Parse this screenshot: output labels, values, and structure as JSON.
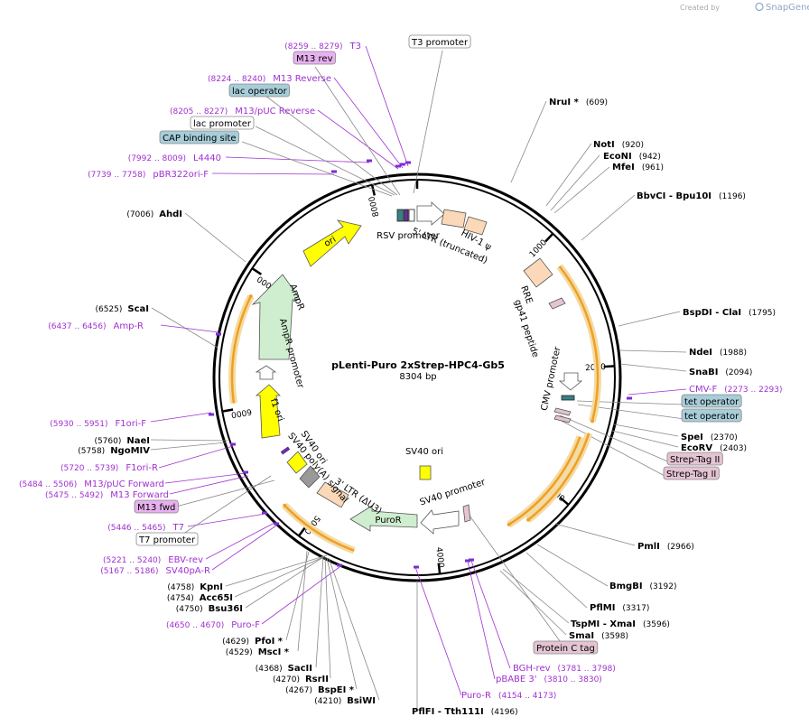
{
  "branding": {
    "created_by": "Created by",
    "app_name": "SnapGene"
  },
  "plasmid": {
    "name": "pLenti-Puro 2xStrep-HPC4-Gb5",
    "length_label": "8304 bp",
    "length": 8304
  },
  "ticks": [
    "1000",
    "2000",
    "3000",
    "4000",
    "5000",
    "6000",
    "7000",
    "8000"
  ],
  "colors": {
    "enzyme": "#000000",
    "primer": "#a030d0",
    "primer_bar": "#7b2fd1",
    "tag_fill": "#e4c3d2",
    "operator_fill": "#a7cdd8",
    "m13_fill": "#e7b1ee",
    "white_fill": "#ffffff",
    "orange_arrow": "#f0a020",
    "yellow": "#ffff00",
    "green": "#cfeecf"
  },
  "enzymes_right": [
    {
      "name": "NruI *",
      "pos": "(609)"
    },
    {
      "name": "NotI",
      "pos": "(920)"
    },
    {
      "name": "EcoNI",
      "pos": "(942)"
    },
    {
      "name": "MfeI",
      "pos": "(961)"
    },
    {
      "name": "BbvCI  - Bpu10I",
      "pos": "(1196)"
    },
    {
      "name": "BspDI  - ClaI",
      "pos": "(1795)"
    },
    {
      "name": "NdeI",
      "pos": "(1988)"
    },
    {
      "name": "SnaBI",
      "pos": "(2094)"
    },
    {
      "name": "SpeI",
      "pos": "(2370)"
    },
    {
      "name": "EcoRV",
      "pos": "(2403)"
    },
    {
      "name": "PmlI",
      "pos": "(2966)"
    },
    {
      "name": "BmgBI",
      "pos": "(3192)"
    },
    {
      "name": "PflMI",
      "pos": "(3317)"
    },
    {
      "name": "TspMI  - XmaI",
      "pos": "(3596)"
    },
    {
      "name": "SmaI",
      "pos": "(3598)"
    },
    {
      "name": "PflFI  - Tth111I",
      "pos": "(4196)"
    }
  ],
  "enzymes_left": [
    {
      "name": "AhdI",
      "pos": "(7006)"
    },
    {
      "name": "ScaI",
      "pos": "(6525)"
    },
    {
      "name": "NaeI",
      "pos": "(5760)"
    },
    {
      "name": "NgoMIV",
      "pos": "(5758)"
    },
    {
      "name": "KpnI",
      "pos": "(4758)"
    },
    {
      "name": "Acc65I",
      "pos": "(4754)"
    },
    {
      "name": "Bsu36I",
      "pos": "(4750)"
    },
    {
      "name": "PfoI *",
      "pos": "(4629)"
    },
    {
      "name": "MscI *",
      "pos": "(4529)"
    },
    {
      "name": "SacII",
      "pos": "(4368)"
    },
    {
      "name": "RsrII",
      "pos": "(4270)"
    },
    {
      "name": "BspEI *",
      "pos": "(4267)"
    },
    {
      "name": "BsiWI",
      "pos": "(4210)"
    }
  ],
  "primers": [
    {
      "range": "(8259 .. 8279)",
      "name": "T3"
    },
    {
      "range": "(8224 .. 8240)",
      "name": "M13 Reverse"
    },
    {
      "range": "(8205 .. 8227)",
      "name": "M13/pUC Reverse"
    },
    {
      "range": "(7992 .. 8009)",
      "name": "L4440"
    },
    {
      "range": "(7739 .. 7758)",
      "name": "pBR322ori-F"
    },
    {
      "range": "(6437 .. 6456)",
      "name": "Amp-R"
    },
    {
      "range": "(5930 .. 5951)",
      "name": "F1ori-F"
    },
    {
      "range": "(5720 .. 5739)",
      "name": "F1ori-R"
    },
    {
      "range": "(5484 .. 5506)",
      "name": "M13/pUC Forward"
    },
    {
      "range": "(5475 .. 5492)",
      "name": "M13 Forward"
    },
    {
      "range": "(5446 .. 5465)",
      "name": "T7"
    },
    {
      "range": "(5221 .. 5240)",
      "name": "EBV-rev"
    },
    {
      "range": "(5167 .. 5186)",
      "name": "SV40pA-R"
    },
    {
      "range": "(4650 .. 4670)",
      "name": "Puro-F"
    },
    {
      "range": "(2273 .. 2293)",
      "name": "CMV-F"
    },
    {
      "range": "(3781 .. 3798)",
      "name": "BGH-rev"
    },
    {
      "range": "(3810 .. 3830)",
      "name": "pBABE 3'"
    },
    {
      "range": "(4154 .. 4173)",
      "name": "Puro-R"
    }
  ],
  "boxed_labels": [
    {
      "name": "T3 promoter",
      "style": "white"
    },
    {
      "name": "M13 rev",
      "style": "m13"
    },
    {
      "name": "lac operator",
      "style": "operator"
    },
    {
      "name": "lac promoter",
      "style": "white"
    },
    {
      "name": "CAP binding site",
      "style": "operator"
    },
    {
      "name": "M13 fwd",
      "style": "m13"
    },
    {
      "name": "T7 promoter",
      "style": "white"
    },
    {
      "name": "tet operator",
      "style": "operator"
    },
    {
      "name": "tet operator",
      "style": "operator"
    },
    {
      "name": "Strep-Tag II",
      "style": "tag"
    },
    {
      "name": "Strep-Tag II",
      "style": "tag"
    },
    {
      "name": "Protein C tag",
      "style": "tag"
    }
  ],
  "features": [
    {
      "name": "RSV promoter"
    },
    {
      "name": "5' LTR (truncated)"
    },
    {
      "name": "HIV-1 ψ"
    },
    {
      "name": "RRE"
    },
    {
      "name": "gp41 peptide"
    },
    {
      "name": "CMV promoter"
    },
    {
      "name": "SV40 ori"
    },
    {
      "name": "SV40 promoter"
    },
    {
      "name": "PuroR"
    },
    {
      "name": "3' LTR (ΔU3)"
    },
    {
      "name": "SV40 poly(A) signal"
    },
    {
      "name": "SV40 ori"
    },
    {
      "name": "f1 ori"
    },
    {
      "name": "AmpR promoter"
    },
    {
      "name": "AmpR"
    },
    {
      "name": "ori"
    }
  ]
}
